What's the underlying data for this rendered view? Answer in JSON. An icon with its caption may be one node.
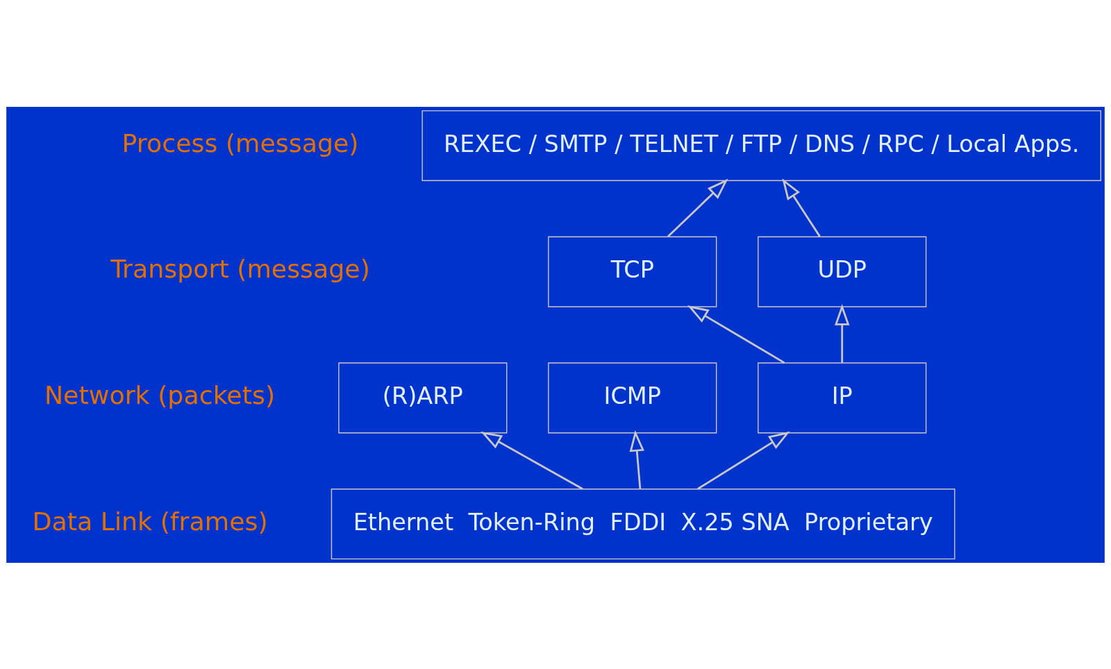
{
  "diagram": {
    "nodes": [
      {
        "text": [
          "REXEC / SMTP / TELNET / FTP / DNS / RPC / Local Apps."
        ]
      },
      {
        "text": [
          "TCP"
        ]
      },
      {
        "text": [
          "UDP"
        ]
      },
      {
        "text": [
          "ICMP"
        ]
      },
      {
        "text": [
          "IP"
        ]
      },
      {
        "text": [
          "(R)ARP"
        ]
      },
      {
        "text": [
          "Ethernet  Token-Ring  FDDI  X.25 SNA  Proprietary"
        ]
      }
    ],
    "edges": [
      {
        "from": 1,
        "to": 0,
        "arrow": "to"
      },
      {
        "from": 2,
        "to": 0,
        "arrow": "to"
      },
      {
        "from": 4,
        "to": 1,
        "arrow": "to"
      },
      {
        "from": 4,
        "to": 2,
        "arrow": "to"
      },
      {
        "from": 6,
        "to": 3,
        "arrow": "to"
      },
      {
        "from": 6,
        "to": 4,
        "arrow": "to"
      },
      {
        "from": 6,
        "to": 5,
        "arrow": "to"
      }
    ],
    "labels": [
      "Process (message)",
      "Transport (message)",
      "Network (packets)",
      "Data Link (frames)"
    ]
  }
}
